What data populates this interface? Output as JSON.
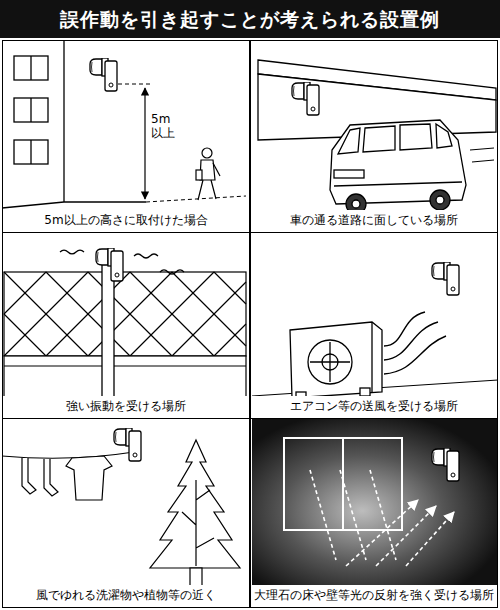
{
  "diagram": {
    "title": "誤作動を引き起すことが考えられる設置例",
    "nodes": [
      {
        "text": [
          "5m以上の高さに取付けた場合"
        ]
      },
      {
        "text": [
          "車の通る道路に面している場所"
        ]
      },
      {
        "text": [
          "強い振動を受ける場所"
        ]
      },
      {
        "text": [
          "エアコン等の送風を受ける場所"
        ]
      },
      {
        "text": [
          "風でゆれる洗濯物や植物等の近く"
        ]
      },
      {
        "text": [
          "大理石の床や壁等光の反射を強く受ける場所"
        ]
      }
    ],
    "labels": [
      "5m 以上"
    ]
  }
}
